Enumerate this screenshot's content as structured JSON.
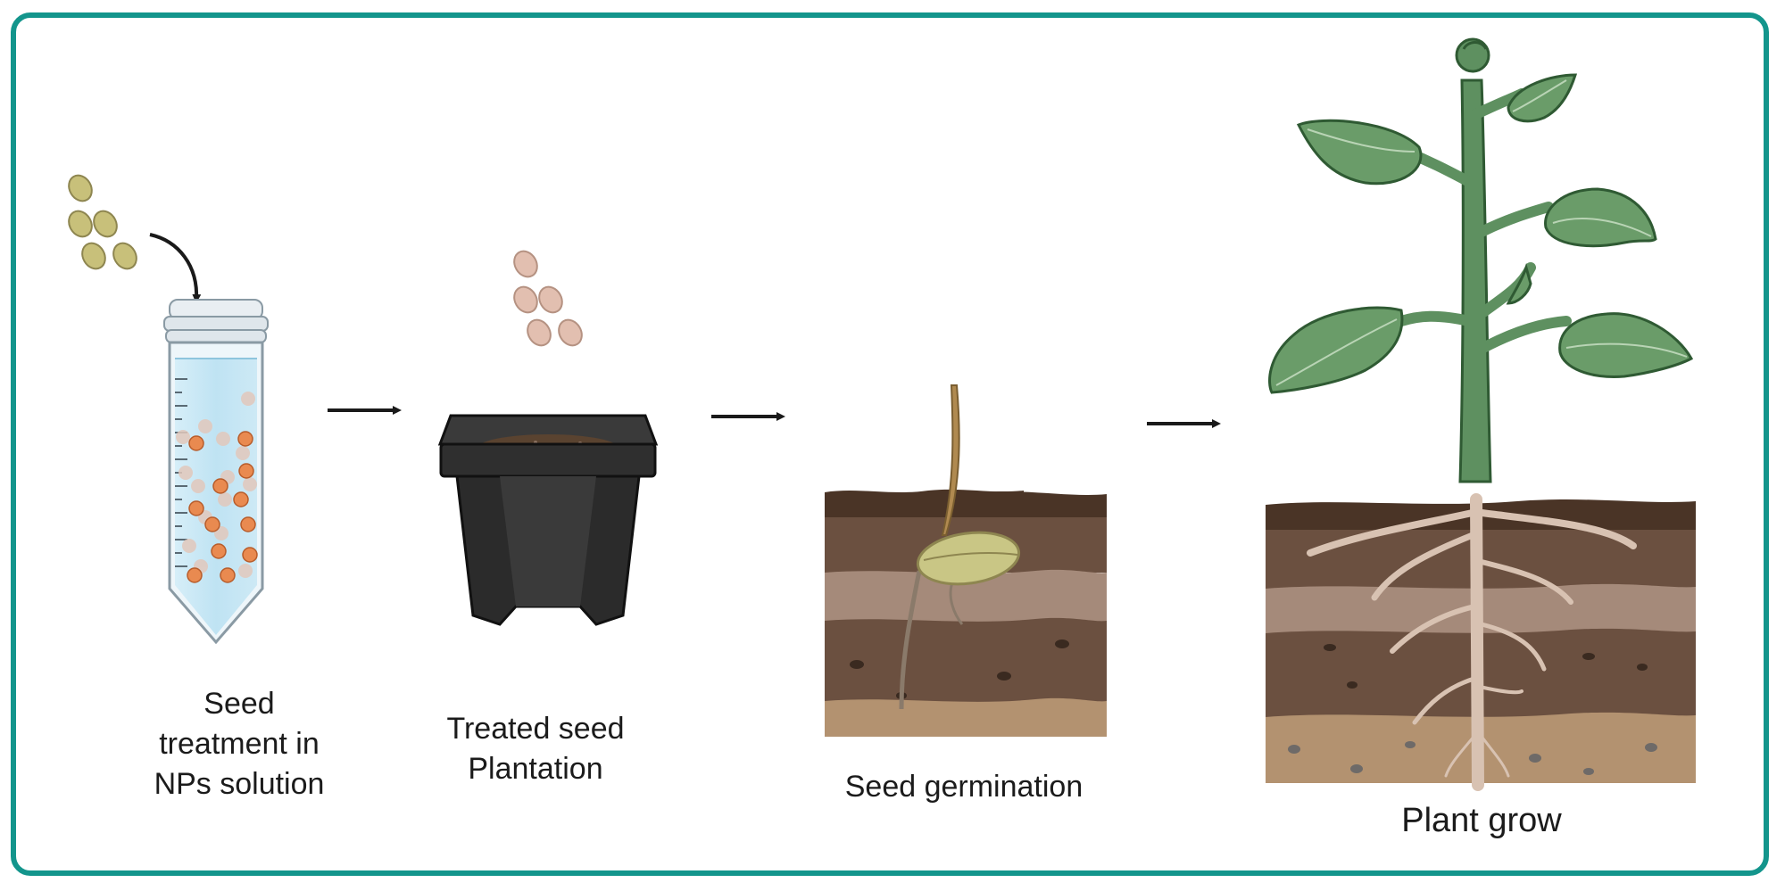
{
  "steps": [
    {
      "lines": [
        "Seed",
        "treatment in",
        "NPs solution"
      ]
    },
    {
      "lines": [
        "Treated seed",
        "Plantation"
      ]
    },
    {
      "lines": [
        "Seed germination"
      ]
    },
    {
      "lines": [
        "Plant grow"
      ]
    }
  ],
  "colors": {
    "border": "#13958c",
    "seed_raw": "#c8c07a",
    "seed_treated": "#e2bfb0",
    "nanoparticle": "#e98a50",
    "solution": "#bfe3f3",
    "pot": "#2f2f2f",
    "soil_dark": "#4a3426",
    "soil_mid": "#6b5040",
    "soil_light": "#a58a7a",
    "soil_sand": "#b39270",
    "leaf": "#6a9c69",
    "stem": "#5e9060",
    "root": "#d8c2b2"
  },
  "icons": [
    "tube-icon",
    "pot-icon",
    "seedling-icon",
    "plant-icon",
    "arrow-icon"
  ]
}
